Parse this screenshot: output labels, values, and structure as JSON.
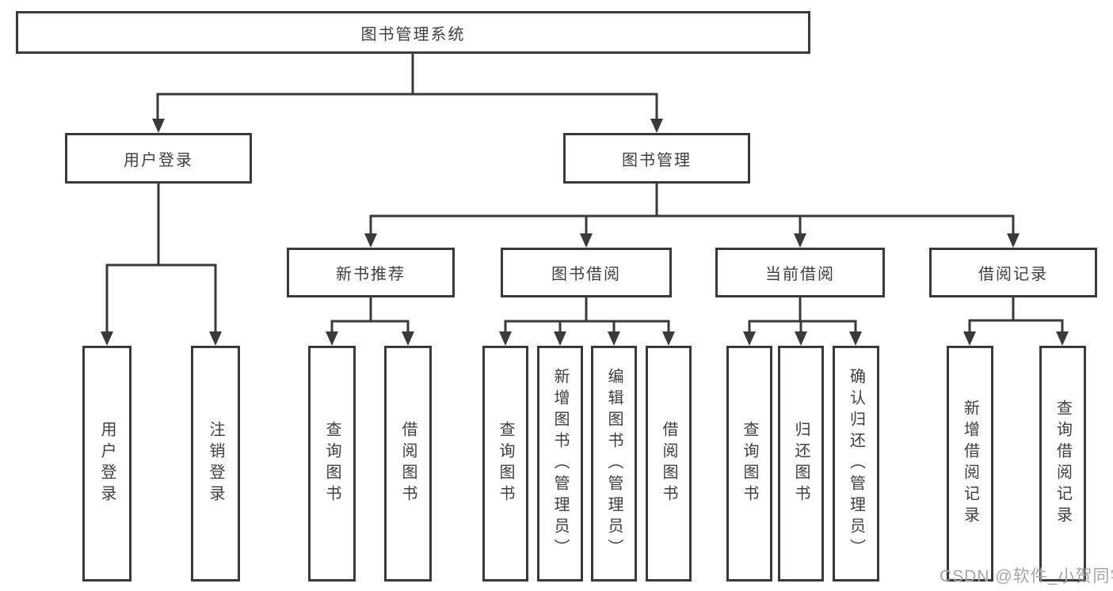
{
  "diagram": {
    "tree": {
      "label": "图书管理系统",
      "children": [
        {
          "label": "用户登录",
          "children": [
            {
              "label": "用户登录"
            },
            {
              "label": "注销登录"
            }
          ]
        },
        {
          "label": "图书管理",
          "children": [
            {
              "label": "新书推荐",
              "children": [
                {
                  "label": "查询图书"
                },
                {
                  "label": "借阅图书"
                }
              ]
            },
            {
              "label": "图书借阅",
              "children": [
                {
                  "label": "查询图书"
                },
                {
                  "label": "新增图书（管理员）"
                },
                {
                  "label": "编辑图书（管理员）"
                },
                {
                  "label": "借阅图书"
                }
              ]
            },
            {
              "label": "当前借阅",
              "children": [
                {
                  "label": "查询图书"
                },
                {
                  "label": "归还图书"
                },
                {
                  "label": "确认归还（管理员）"
                }
              ]
            },
            {
              "label": "借阅记录",
              "children": [
                {
                  "label": "新增借阅记录"
                },
                {
                  "label": "查询借阅记录"
                }
              ]
            }
          ]
        }
      ]
    },
    "colors": {
      "line": "#3a3a3a",
      "text": "#3f3f3f",
      "watermark": "#a6a6a6",
      "background": "#ffffff"
    },
    "watermark": "CSDN @软件_小贺同学"
  }
}
